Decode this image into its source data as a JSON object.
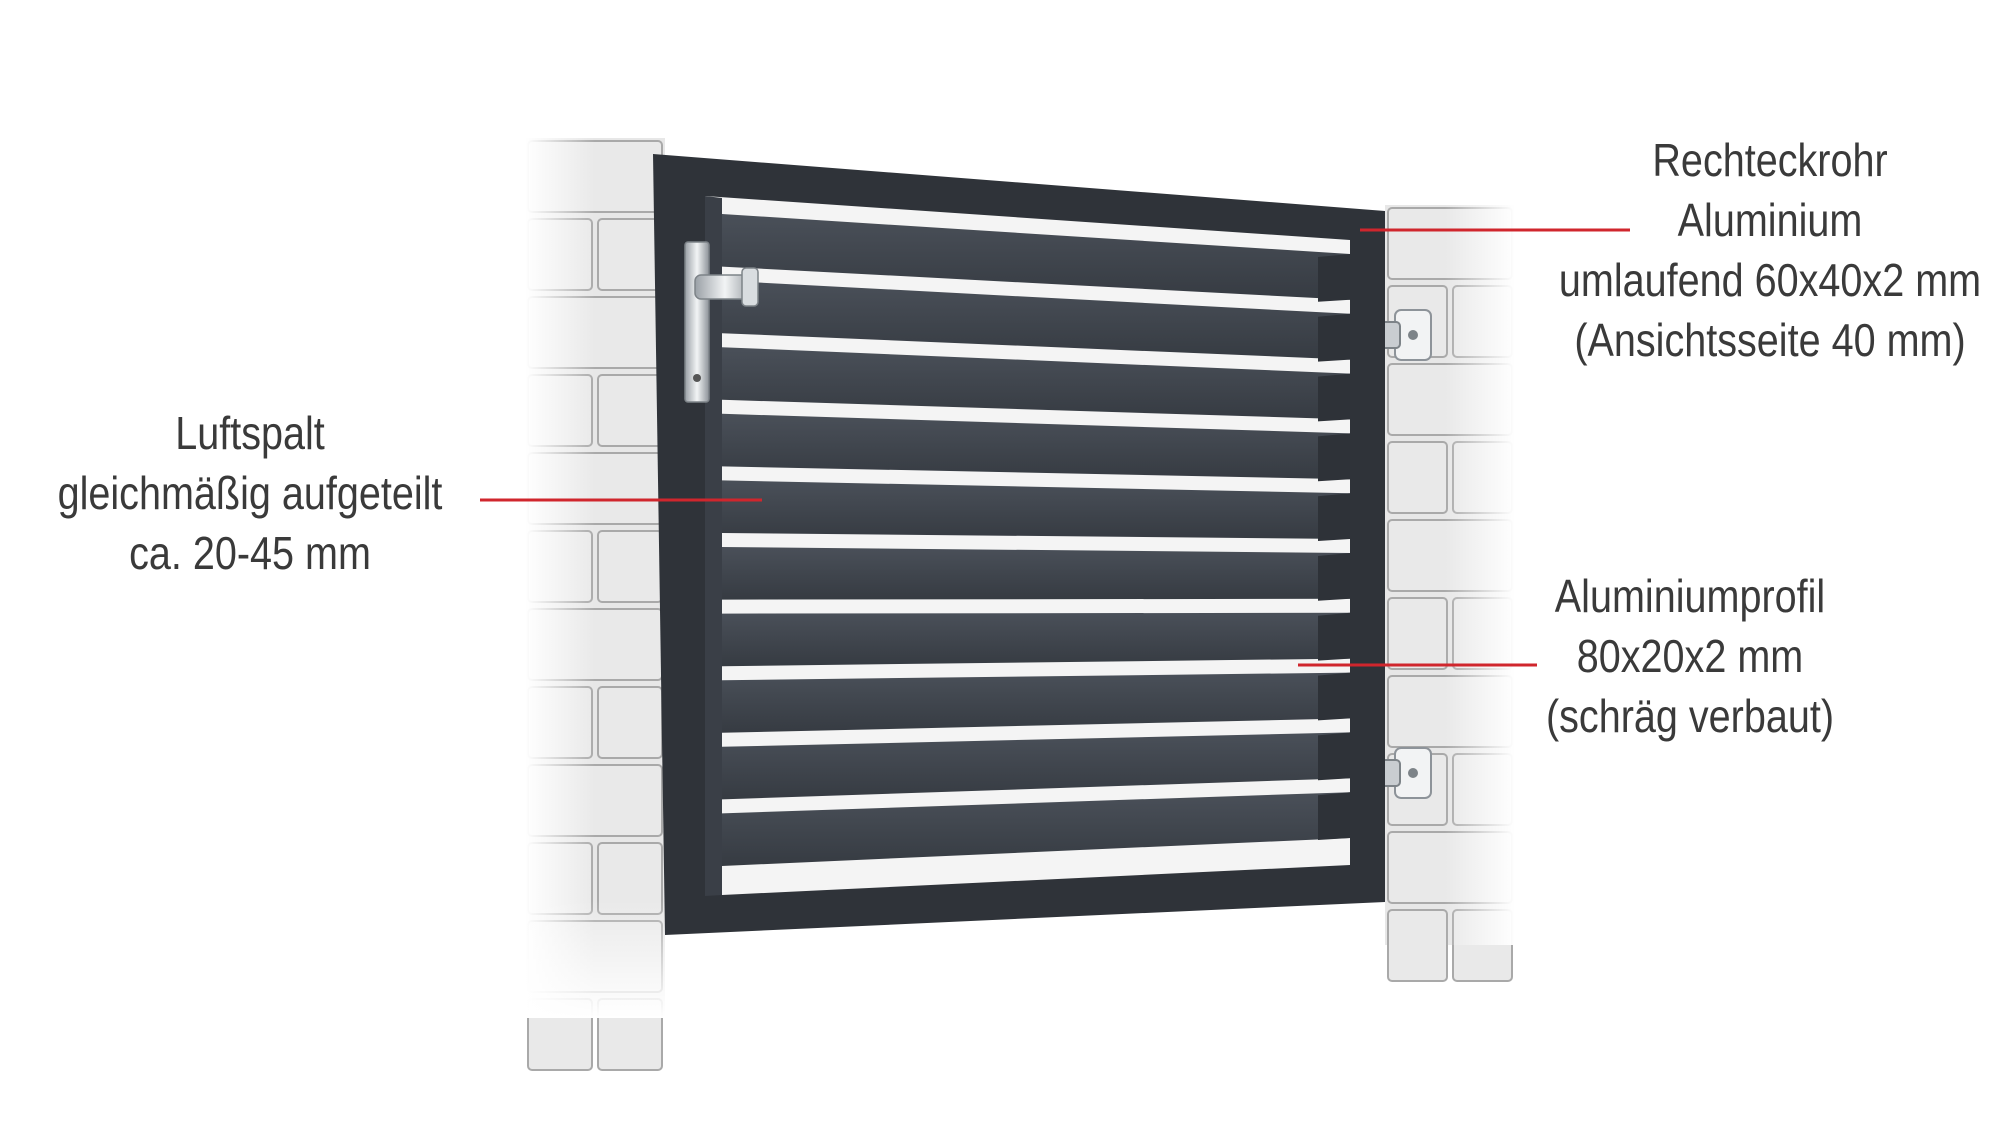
{
  "colors": {
    "gate": "#3a3f47",
    "gate_dark": "#2e3238",
    "annotation_line": "#d0262d",
    "text": "#3a3a3a",
    "brick": "#e9e9e9",
    "mortar": "#a9a9a9"
  },
  "labels": {
    "frame": {
      "line1": "Rechteckrohr",
      "line2": "Aluminium",
      "line3": "umlaufend 60x40x2 mm",
      "line4": "(Ansichtsseite 40 mm)"
    },
    "gap": {
      "line1": "Luftspalt",
      "line2": "gleichmäßig aufgeteilt",
      "line3": "ca. 20-45 mm"
    },
    "profile": {
      "line1": "Aluminiumprofil",
      "line2": "80x20x2 mm",
      "line3": "(schräg verbaut)"
    }
  },
  "gate": {
    "slat_count": 10
  }
}
